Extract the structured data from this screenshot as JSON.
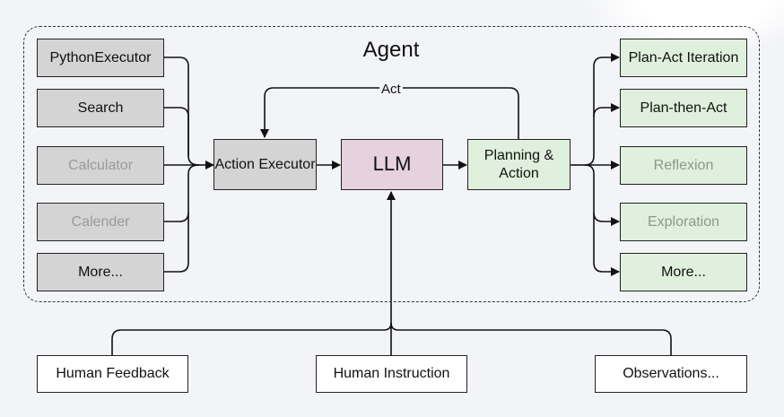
{
  "agent": {
    "title": "Agent",
    "act_label": "Act",
    "tools": [
      {
        "label": "PythonExecutor",
        "dim": false
      },
      {
        "label": "Search",
        "dim": false
      },
      {
        "label": "Calculator",
        "dim": true
      },
      {
        "label": "Calender",
        "dim": true
      },
      {
        "label": "More...",
        "dim": false
      }
    ],
    "action_executor": "Action Executor",
    "llm": "LLM",
    "planning": "Planning & Action",
    "strategies": [
      {
        "label": "Plan-Act Iteration",
        "dim": false
      },
      {
        "label": "Plan-then-Act",
        "dim": false
      },
      {
        "label": "Reflexion",
        "dim": true
      },
      {
        "label": "Exploration",
        "dim": true
      },
      {
        "label": "More...",
        "dim": false
      }
    ]
  },
  "inputs": [
    "Human Feedback",
    "Human Instruction",
    "Observations..."
  ],
  "colors": {
    "tool_fill": "#d4d4d4",
    "llm_fill": "#e6d1de",
    "strategy_fill": "#dff0dc",
    "input_fill": "#ffffff",
    "dim_text": "#9a9a9a"
  }
}
